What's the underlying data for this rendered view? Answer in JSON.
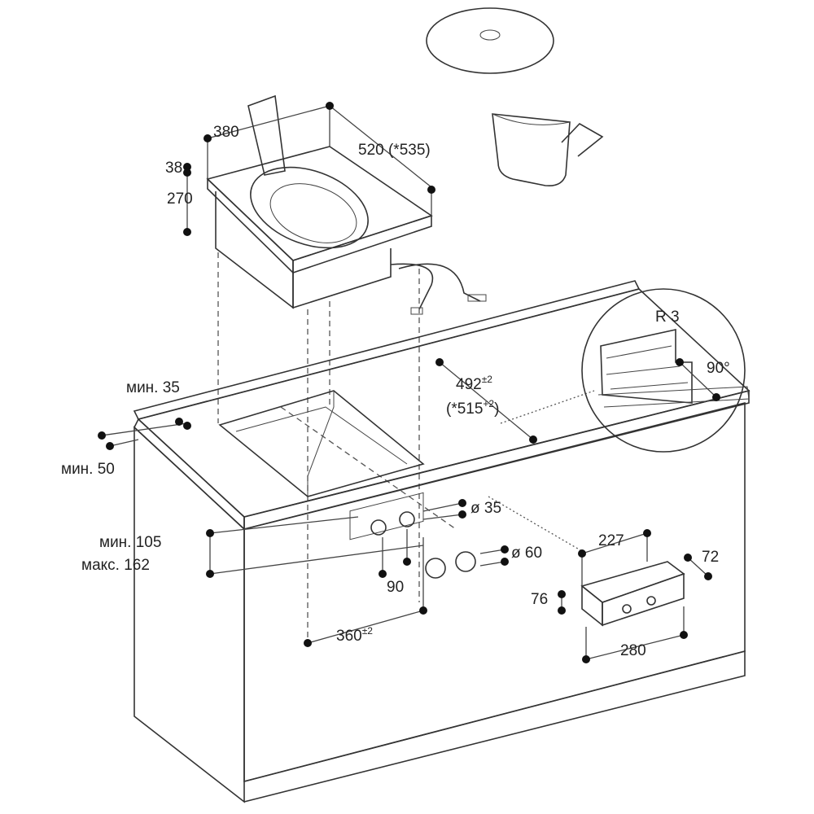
{
  "labels": {
    "width_380": "380",
    "depth_520": "520 (*535)",
    "rim_38": "38",
    "height_270": "270",
    "min_35": "мин. 35",
    "min_50": "мин. 50",
    "cutout_492": "492",
    "cutout_492_tol": "±2",
    "cutout_515_open": "(*515",
    "cutout_515_tol": "+2",
    "cutout_515_close": ")",
    "radius": "R 3",
    "angle": "90°",
    "hole_35": "ø 35",
    "hole_60": "ø 60",
    "min_105": "мин. 105",
    "max_162": "макс. 162",
    "spacing_90": "90",
    "offset_360": "360",
    "offset_360_tol": "±2",
    "box_227": "227",
    "box_72": "72",
    "box_76": "76",
    "box_280": "280"
  }
}
